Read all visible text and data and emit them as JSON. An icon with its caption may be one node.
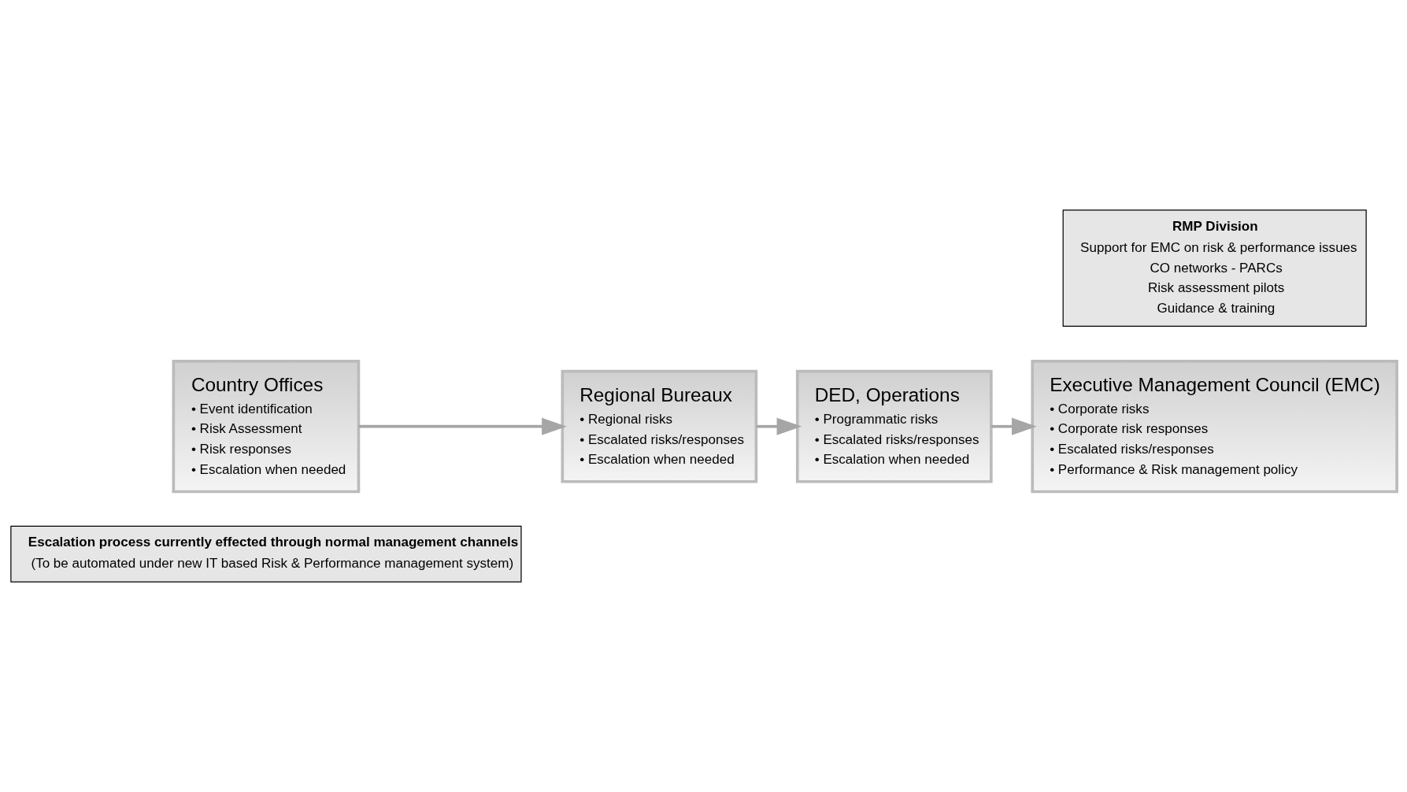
{
  "diagram": {
    "nodes": [
      {
        "text": [
          "Escalation process currently effected through normal management channels",
          "(To be automated under new IT based Risk & Performance management system)"
        ]
      },
      {
        "text": [
          "Country Offices",
          "• Event identification",
          "• Risk Assessment",
          "• Risk responses",
          "• Escalation when needed"
        ]
      },
      {
        "text": [
          "Regional Bureaux",
          "• Regional risks",
          "• Escalated risks/responses",
          "• Escalation when needed"
        ]
      },
      {
        "text": [
          "DED, Operations",
          "• Programmatic risks",
          "• Escalated risks/responses",
          "• Escalation when needed"
        ]
      },
      {
        "text": [
          "Executive Management Council (EMC)",
          "• Corporate risks",
          "• Corporate risk responses",
          "• Escalated risks/responses",
          "• Performance & Risk management policy"
        ]
      },
      {
        "text": [
          "RMP Division",
          "Support for EMC on risk & performance issues",
          "CO networks - PARCs",
          "Risk assessment pilots",
          "Guidance & training"
        ]
      }
    ],
    "edges": [
      {
        "from": 1,
        "to": 2,
        "arrow": "to"
      },
      {
        "from": 2,
        "to": 3,
        "arrow": "to"
      },
      {
        "from": 3,
        "to": 4,
        "arrow": "to"
      }
    ]
  }
}
